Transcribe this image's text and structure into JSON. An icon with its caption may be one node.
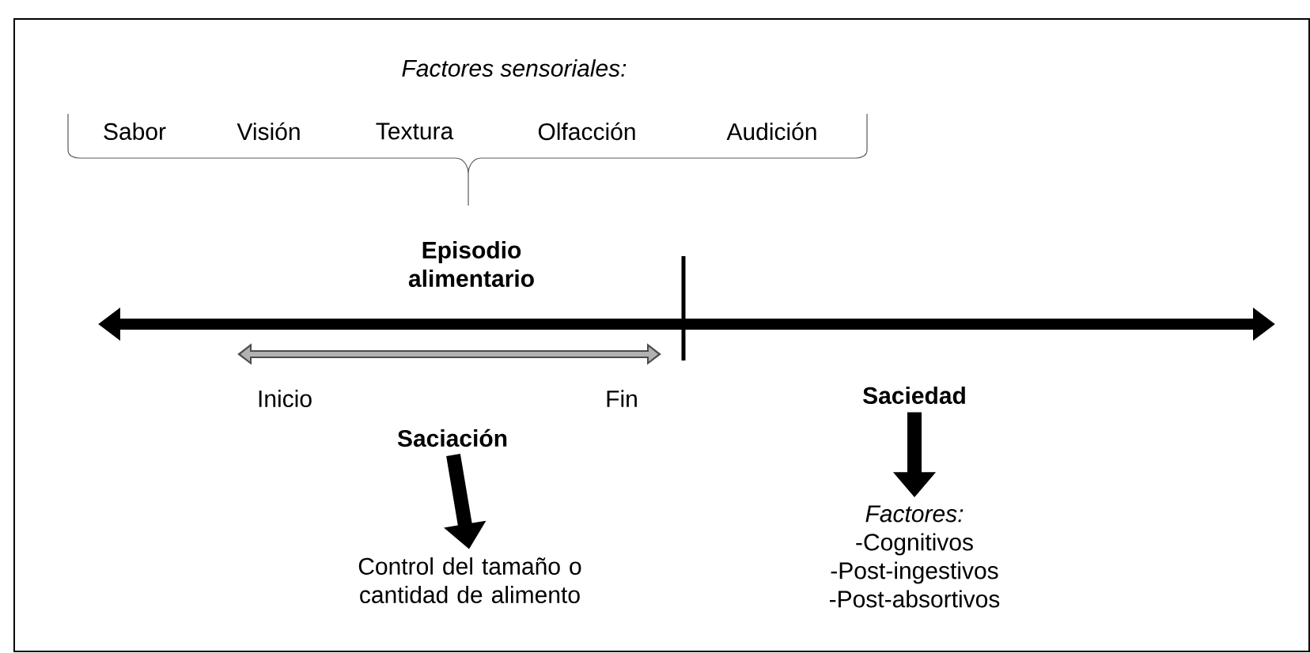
{
  "diagram": {
    "nodes": [
      {
        "text": [
          "Saciación"
        ]
      },
      {
        "text": [
          "Control del tamaño o cantidad de alimento"
        ]
      },
      {
        "text": [
          "Saciedad"
        ]
      },
      {
        "text": [
          "Factores:",
          "-Cognitivos",
          "-Post-ingestivos",
          "-Post-absortivos"
        ]
      }
    ],
    "edges": [
      {
        "from": 0,
        "to": 1,
        "arrow": "to"
      },
      {
        "from": 2,
        "to": 3,
        "arrow": "to"
      }
    ],
    "labels": [
      "Factores sensoriales:",
      "Sabor",
      "Visión",
      "Textura",
      "Olfacción",
      "Audición",
      "Episodio alimentario",
      "Inicio",
      "Fin"
    ]
  }
}
